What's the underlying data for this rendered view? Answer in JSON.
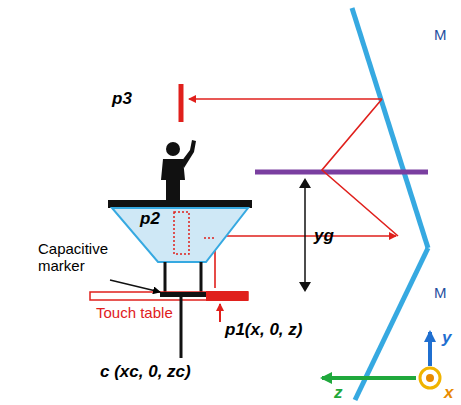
{
  "diagram": {
    "labels": [
      "p3",
      "p2",
      "Capacitive marker",
      "Touch table",
      "p1(x, 0, z)",
      "c (xc, 0, zc)",
      "M",
      "M",
      "yg",
      "y",
      "z",
      "x"
    ]
  }
}
